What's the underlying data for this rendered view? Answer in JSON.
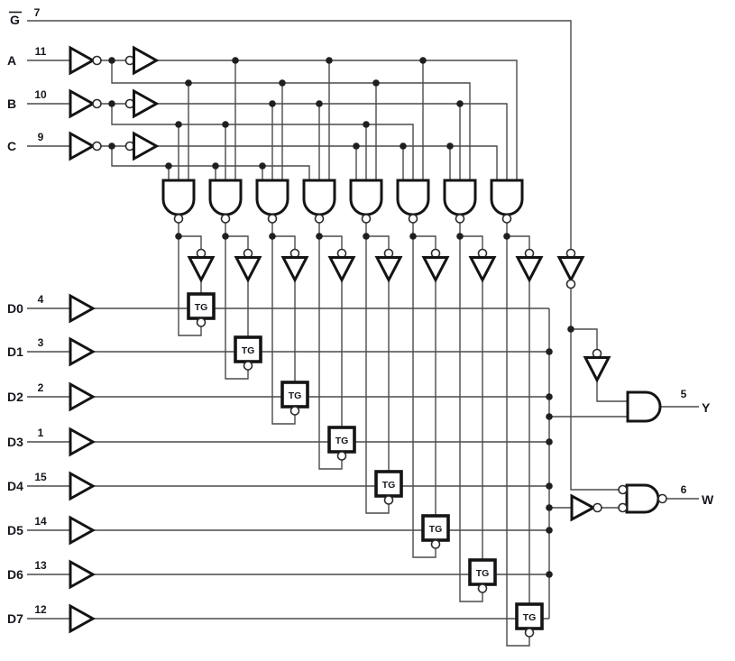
{
  "tg": {
    "label": "TG"
  },
  "inputs": [
    {
      "label": "G",
      "pin": "7",
      "overline": true
    },
    {
      "label": "A",
      "pin": "11"
    },
    {
      "label": "B",
      "pin": "10"
    },
    {
      "label": "C",
      "pin": "9"
    },
    {
      "label": "D0",
      "pin": "4"
    },
    {
      "label": "D1",
      "pin": "3"
    },
    {
      "label": "D2",
      "pin": "2"
    },
    {
      "label": "D3",
      "pin": "1"
    },
    {
      "label": "D4",
      "pin": "15"
    },
    {
      "label": "D5",
      "pin": "14"
    },
    {
      "label": "D6",
      "pin": "13"
    },
    {
      "label": "D7",
      "pin": "12"
    }
  ],
  "outputs": [
    {
      "label": "Y",
      "pin": "5"
    },
    {
      "label": "W",
      "pin": "6"
    }
  ],
  "colors": {
    "wire": "#4a4a4a",
    "outline": "#141414",
    "text": "#16161e"
  }
}
